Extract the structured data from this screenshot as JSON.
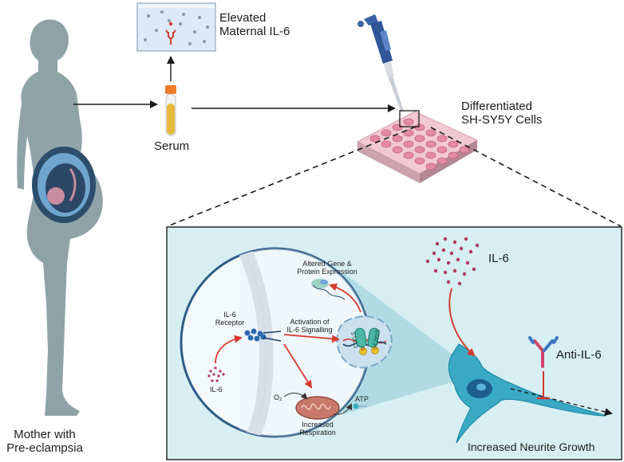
{
  "labels": {
    "mother_line1": "Mother with",
    "mother_line2": "Pre-eclampsia",
    "serum": "Serum",
    "elevated_line1": "Elevated",
    "elevated_line2": "Maternal IL-6",
    "diff_line1": "Differentiated",
    "diff_line2": "SH-SY5Y Cells",
    "il6": "IL-6",
    "anti_il6": "Anti-IL-6",
    "neurite": "Increased Neurite Growth",
    "altered_line1": "Altered Gene &",
    "altered_line2": "Protein Expression",
    "receptor_line1": "IL-6",
    "receptor_line2": "Receptor",
    "activation_line1": "Activation of",
    "activation_line2": "IL-6 Signalling",
    "il6_small": "IL-6",
    "o2": "O₂",
    "atp": "ATP",
    "respiration_line1": "Increased",
    "respiration_line2": "Respiration",
    "stat3": "STAT3",
    "p": "P"
  },
  "colors": {
    "silhouette": "#8fa3a6",
    "panel": "#d7eff2",
    "cell": "#3aa9c4",
    "nucleus": "#1d5f8c",
    "il6_dots": "#b4365c",
    "arrow_red": "#d63a2f",
    "membrane": "#c3ced6",
    "mito": "#c9796b",
    "tube_cap": "#f07c2a",
    "serum": "#e8b93a",
    "well": "#e58aa3",
    "antibody": "#3d78c4"
  }
}
